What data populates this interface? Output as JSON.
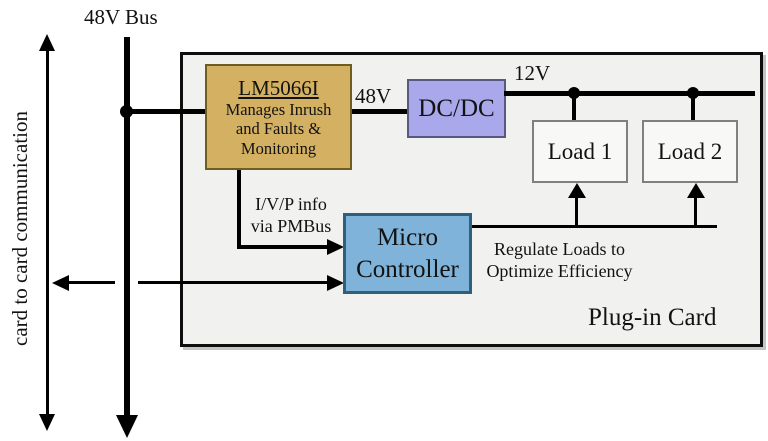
{
  "labels": {
    "bus": "48V Bus",
    "side": "card to card communication",
    "card": "Plug-in Card",
    "net_48v": "48V",
    "net_12v": "12V"
  },
  "blocks": {
    "lm5066i": {
      "title": "LM5066I",
      "desc1": "Manages Inrush",
      "desc2": "and Faults &",
      "desc3": "Monitoring"
    },
    "dcdc": "DC/DC",
    "micro_line1": "Micro",
    "micro_line2": "Controller",
    "load1": "Load 1",
    "load2": "Load 2"
  },
  "annotations": {
    "pmbus1": "I/V/P info",
    "pmbus2": "via PMBus",
    "regulate1": "Regulate Loads to",
    "regulate2": "Optimize Efficiency"
  },
  "colors": {
    "lm_fill": "#d4b062",
    "lm_border": "#6e5d1e",
    "dcdc_fill": "#a8a8ea",
    "dcdc_border": "#585880",
    "micro_fill": "#7fb3d9",
    "micro_border": "#2e5f7d",
    "load_fill": "#f8f8f7",
    "load_border": "#808080",
    "card_fill": "#f1f1f0",
    "card_border": "#0e0e0e",
    "line": "#000000"
  }
}
